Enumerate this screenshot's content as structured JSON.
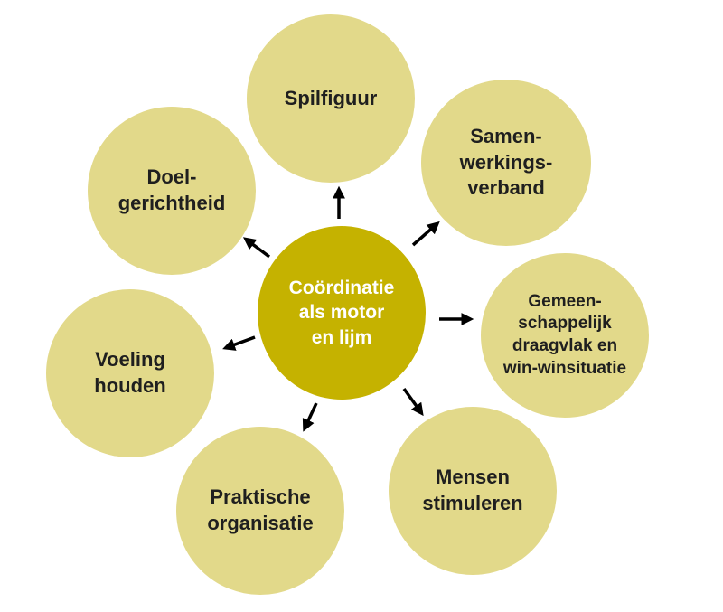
{
  "diagram": {
    "center": {
      "label": "Coördinatie\nals motor\nen lijm"
    },
    "nodes": {
      "spilfiguur": "Spilfiguur",
      "samenwerkingsverband": "Samen-\nwerkings-\nverband",
      "draagvlak": "Gemeen-\nschappelijk\ndraagvlak en\nwin-winsituatie",
      "mensen_stimuleren": "Mensen\nstimuleren",
      "praktische_organisatie": "Praktische\norganisatie",
      "voeling_houden": "Voeling\nhouden",
      "doelgerichtheid": "Doel-\ngerichtheid"
    },
    "colors": {
      "outer_circle": "#e2d98a",
      "center_circle": "#c5b200",
      "arrow": "#000000"
    }
  }
}
